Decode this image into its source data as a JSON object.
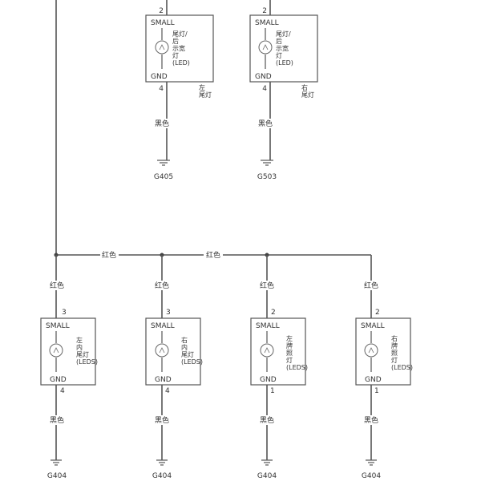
{
  "wire_colors": {
    "red": "红色",
    "black": "黑色"
  },
  "upper_components": [
    {
      "pin_in": "2",
      "pin_out": "4",
      "signal_label": "SMALL",
      "gnd_label": "GND",
      "lamp_desc": [
        "尾灯/",
        "后",
        "示宽",
        "灯",
        "(LED)"
      ],
      "position_label": [
        "左",
        "尾灯"
      ],
      "ground_wire": "黑色",
      "ground_id": "G405"
    },
    {
      "pin_in": "2",
      "pin_out": "4",
      "signal_label": "SMALL",
      "gnd_label": "GND",
      "lamp_desc": [
        "尾灯/",
        "后",
        "示宽",
        "灯",
        "(LED)"
      ],
      "position_label": [
        "右",
        "尾灯"
      ],
      "ground_wire": "黑色",
      "ground_id": "G503"
    }
  ],
  "bus_labels": [
    "红色",
    "红色"
  ],
  "lower_components": [
    {
      "feed_wire": "红色",
      "pin_in": "3",
      "pin_out": "4",
      "signal_label": "SMALL",
      "gnd_label": "GND",
      "lamp_desc": [
        "左",
        "内",
        "尾灯",
        "(LEDS)"
      ],
      "ground_wire": "黑色",
      "ground_id": "G404"
    },
    {
      "feed_wire": "红色",
      "pin_in": "3",
      "pin_out": "4",
      "signal_label": "SMALL",
      "gnd_label": "GND",
      "lamp_desc": [
        "右",
        "内",
        "尾灯",
        "(LEDS)"
      ],
      "ground_wire": "黑色",
      "ground_id": "G404"
    },
    {
      "feed_wire": "红色",
      "pin_in": "2",
      "pin_out": "1",
      "signal_label": "SMALL",
      "gnd_label": "GND",
      "lamp_desc": [
        "左",
        "牌",
        "照",
        "灯",
        "(LEDS)"
      ],
      "ground_wire": "黑色",
      "ground_id": "G404"
    },
    {
      "feed_wire": "红色",
      "pin_in": "2",
      "pin_out": "1",
      "signal_label": "SMALL",
      "gnd_label": "GND",
      "lamp_desc": [
        "右",
        "牌",
        "照",
        "灯",
        "(LEDS)"
      ],
      "ground_wire": "黑色",
      "ground_id": "G404"
    }
  ]
}
